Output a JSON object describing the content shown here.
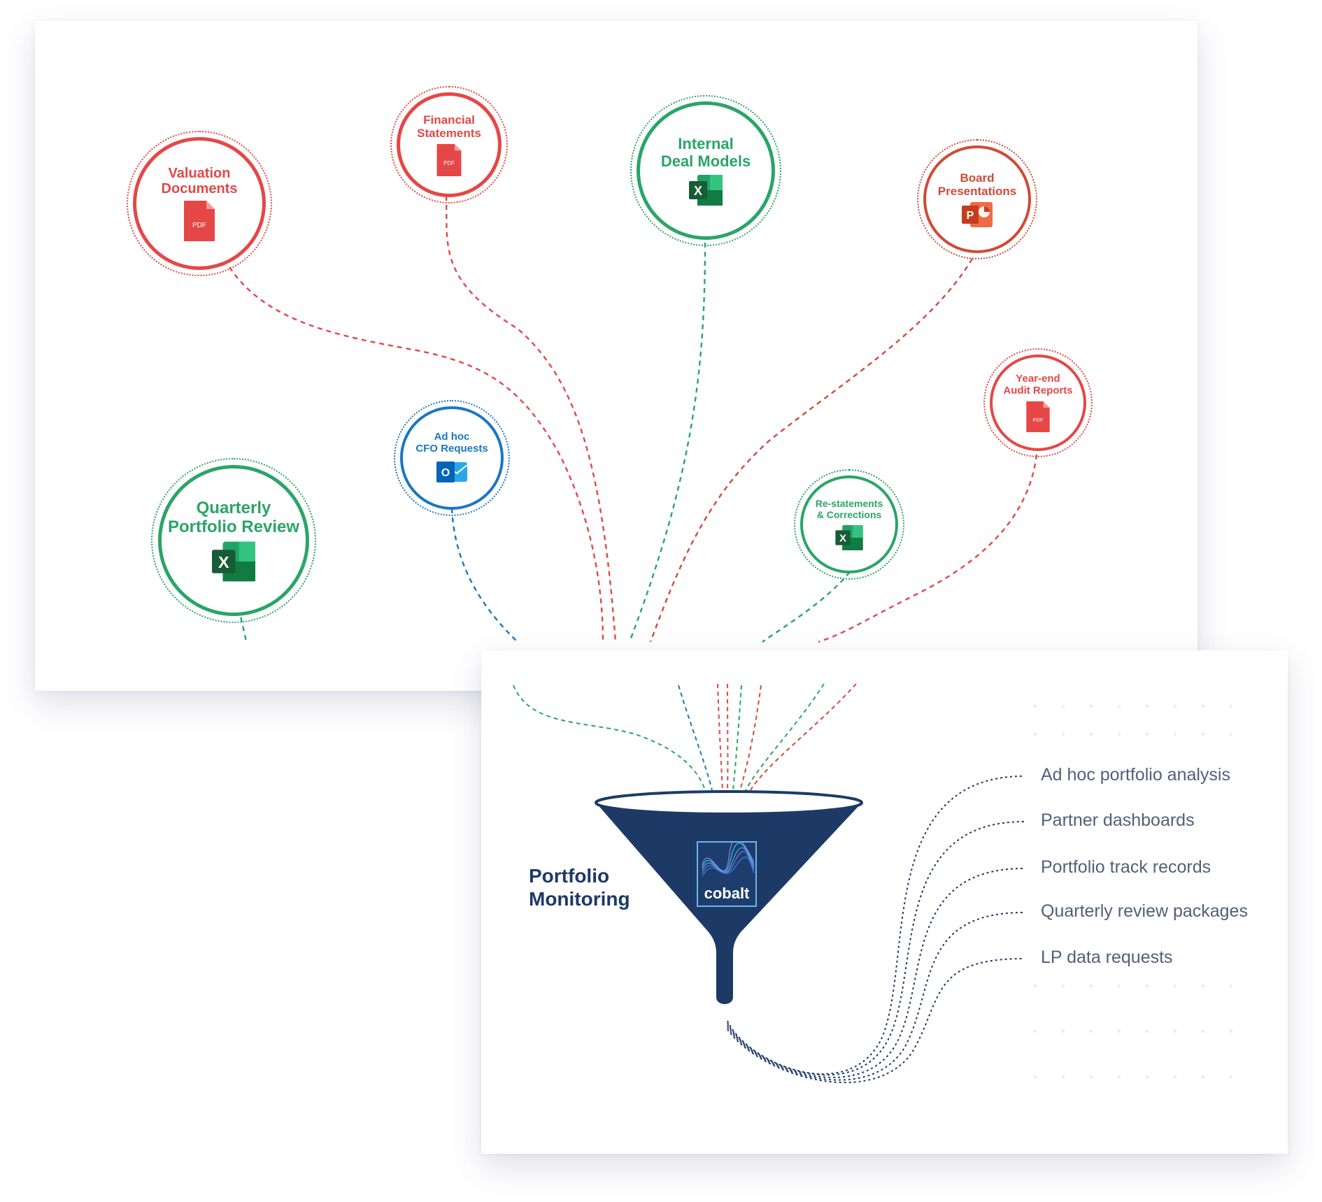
{
  "sources": [
    {
      "id": "valuation-documents",
      "label": "Valuation\nDocuments",
      "file_type": "pdf",
      "color": "#e54747",
      "icon": "pdf-icon"
    },
    {
      "id": "financial-statements",
      "label": "Financial\nStatements",
      "file_type": "pdf",
      "color": "#e54747",
      "icon": "pdf-icon"
    },
    {
      "id": "internal-deal-models",
      "label": "Internal\nDeal Models",
      "file_type": "excel",
      "color": "#2aa567",
      "icon": "excel-icon"
    },
    {
      "id": "board-presentations",
      "label": "Board\nPresentations",
      "file_type": "powerpoint",
      "color": "#cf4b37",
      "icon": "powerpoint-icon"
    },
    {
      "id": "year-end-audit-reports",
      "label": "Year-end\nAudit Reports",
      "file_type": "pdf",
      "color": "#e54747",
      "icon": "pdf-icon"
    },
    {
      "id": "quarterly-portfolio-review",
      "label": "Quarterly\nPortfolio Review",
      "file_type": "excel",
      "color": "#2aa567",
      "icon": "excel-icon"
    },
    {
      "id": "ad-hoc-cfo-requests",
      "label": "Ad hoc\nCFO Requests",
      "file_type": "outlook",
      "color": "#1a77c2",
      "icon": "outlook-icon"
    },
    {
      "id": "restatements-corrections",
      "label": "Re-statements\n& Corrections",
      "file_type": "excel",
      "color": "#2aa567",
      "icon": "excel-icon"
    }
  ],
  "icon_text": {
    "pdf": "PDF",
    "excel": "X",
    "powerpoint": "P",
    "outlook": "O"
  },
  "funnel": {
    "title": "Portfolio\nMonitoring",
    "logo_text": "cobalt",
    "color": "#1d3a66"
  },
  "outputs": [
    "Ad hoc portfolio analysis",
    "Partner dashboards",
    "Portfolio track records",
    "Quarterly review packages",
    "LP data requests"
  ]
}
